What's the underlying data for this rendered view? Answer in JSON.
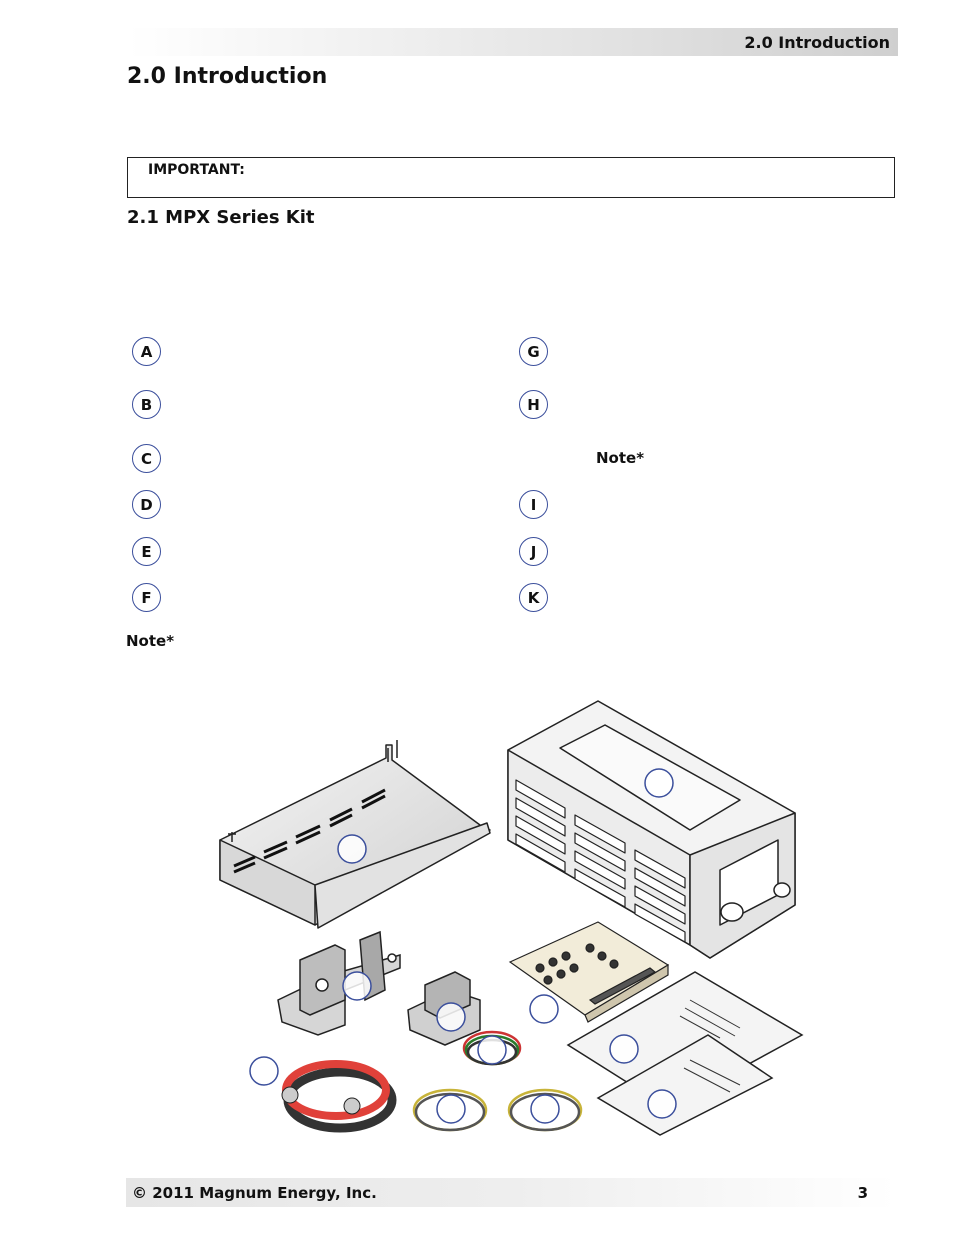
{
  "header": {
    "section": "2.0 Introduction"
  },
  "title": "2.0 Introduction",
  "important": {
    "label": "IMPORTANT:"
  },
  "section": {
    "title": "2.1 MPX Series Kit"
  },
  "items": {
    "left": [
      "A",
      "B",
      "C",
      "D",
      "E",
      "F"
    ],
    "right": [
      "G",
      "H",
      "I",
      "J",
      "K"
    ]
  },
  "notes": {
    "right": "Note*",
    "bottom": "Note*"
  },
  "footer": {
    "copyright": "© 2011 Magnum Energy, Inc.",
    "page": "3"
  }
}
